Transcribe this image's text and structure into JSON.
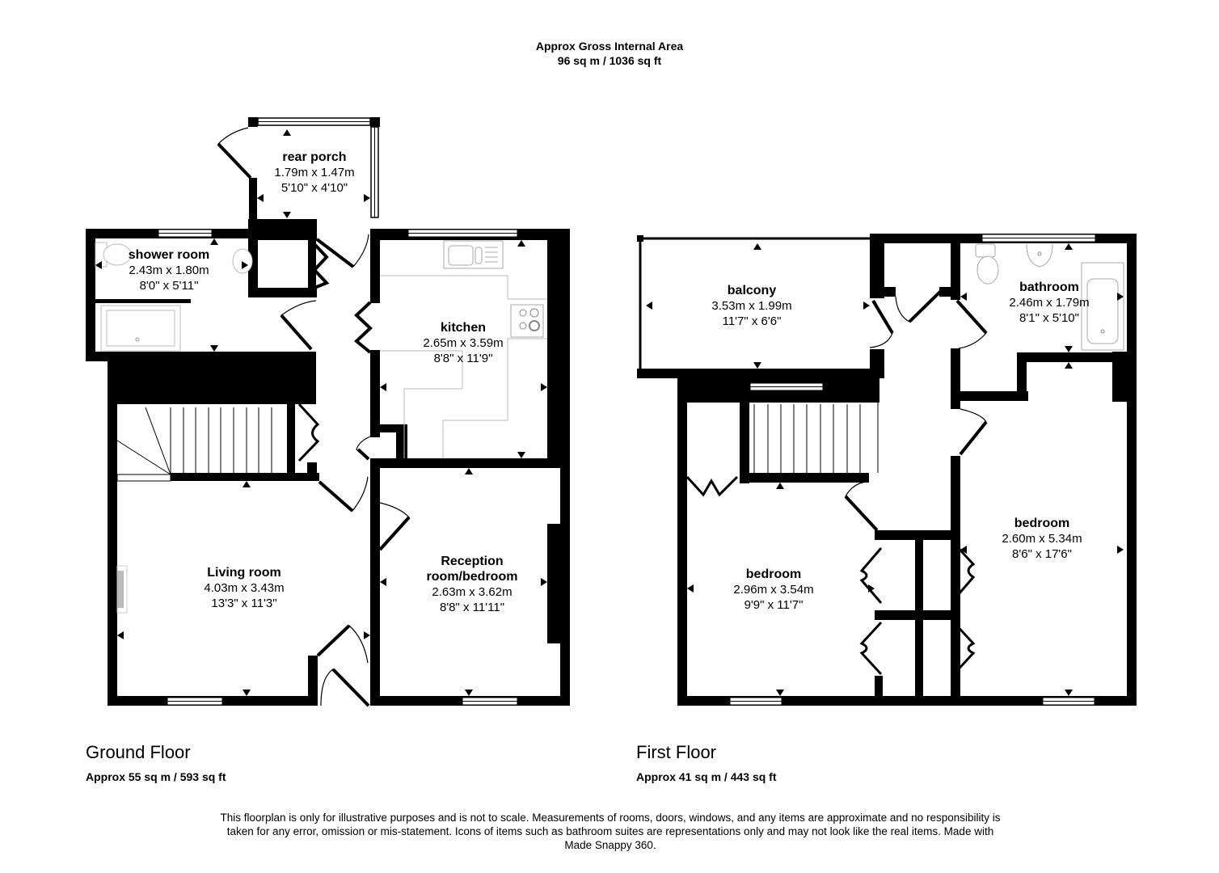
{
  "header": {
    "title": "Approx Gross Internal Area",
    "area": "96 sq m / 1036 sq ft"
  },
  "floors": [
    {
      "title": "Ground Floor",
      "area": "Approx 55 sq m / 593 sq ft",
      "rooms": [
        {
          "name": "rear porch",
          "metric": "1.79m x 1.47m",
          "imperial": "5'10\" x 4'10\""
        },
        {
          "name": "shower room",
          "metric": "2.43m x 1.80m",
          "imperial": "8'0\" x 5'11\""
        },
        {
          "name": "kitchen",
          "metric": "2.65m x 3.59m",
          "imperial": "8'8\" x 11'9\""
        },
        {
          "name": "Living room",
          "metric": "4.03m x 3.43m",
          "imperial": "13'3\" x 11'3\""
        },
        {
          "name": "Reception room/bedroom",
          "name_line1": "Reception",
          "name_line2": "room/bedroom",
          "metric": "2.63m x 3.62m",
          "imperial": "8'8\" x 11'11\""
        }
      ]
    },
    {
      "title": "First Floor",
      "area": "Approx 41 sq m / 443 sq ft",
      "rooms": [
        {
          "name": "balcony",
          "metric": "3.53m x 1.99m",
          "imperial": "11'7\" x 6'6\""
        },
        {
          "name": "bathroom",
          "metric": "2.46m x 1.79m",
          "imperial": "8'1\" x 5'10\""
        },
        {
          "name": "bedroom",
          "metric": "2.96m x 3.54m",
          "imperial": "9'9\" x 11'7\""
        },
        {
          "name": "bedroom",
          "metric": "2.60m x 5.34m",
          "imperial": "8'6\" x 17'6\""
        }
      ]
    }
  ],
  "disclaimer": "This floorplan is only for illustrative purposes and is not to scale. Measurements of rooms, doors, windows, and any items are approximate and no responsibility is taken for any error, omission or mis-statement. Icons of items such as bathroom suites are representations only and may not look like the real items. Made with Made Snappy 360.",
  "colors": {
    "wall": "#000000",
    "background": "#ffffff",
    "fixture_line": "#b0b0b0"
  }
}
